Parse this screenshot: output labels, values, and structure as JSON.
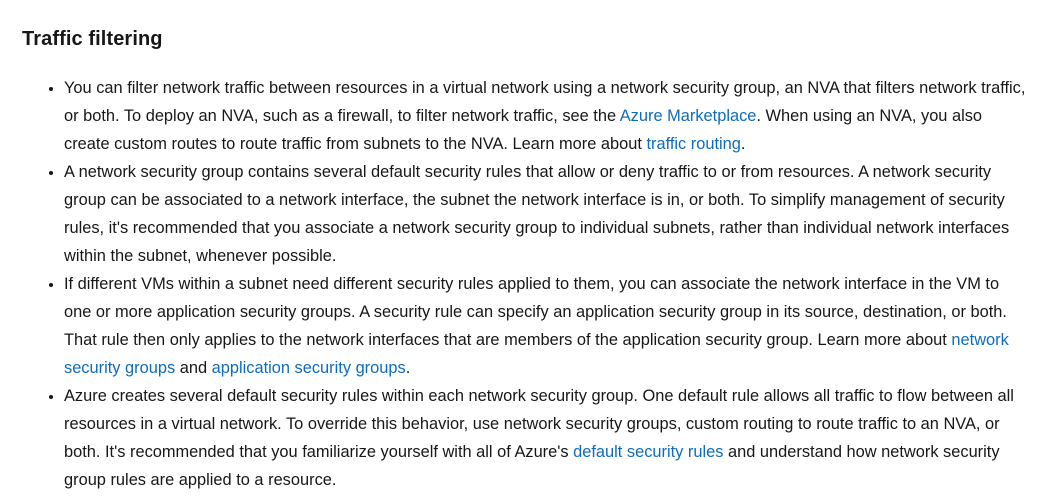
{
  "section": {
    "title": "Traffic filtering"
  },
  "bullets": [
    {
      "t1": "You can filter network traffic between resources in a virtual network using a network security group, an NVA that filters network traffic, or both. To deploy an NVA, such as a firewall, to filter network traffic, see the ",
      "link1": "Azure Marketplace",
      "t2": ". When using an NVA, you also create custom routes to route traffic from subnets to the NVA. Learn more about ",
      "link2": "traffic routing",
      "t3": "."
    },
    {
      "t1": "A network security group contains several default security rules that allow or deny traffic to or from resources. A network security group can be associated to a network interface, the subnet the network interface is in, or both. To simplify management of security rules, it's recommended that you associate a network security group to individual subnets, rather than individual network interfaces within the subnet, whenever possible."
    },
    {
      "t1": "If different VMs within a subnet need different security rules applied to them, you can associate the network interface in the VM to one or more application security groups. A security rule can specify an application security group in its source, destination, or both. That rule then only applies to the network interfaces that are members of the application security group. Learn more about ",
      "link1": "network security groups",
      "t2": " and ",
      "link2": "application security groups",
      "t3": "."
    },
    {
      "t1": "Azure creates several default security rules within each network security group. One default rule allows all traffic to flow between all resources in a virtual network. To override this behavior, use network security groups, custom routing to route traffic to an NVA, or both. It's recommended that you familiarize yourself with all of Azure's ",
      "link1": "default security rules",
      "t2": " and understand how network security group rules are applied to a resource."
    }
  ]
}
